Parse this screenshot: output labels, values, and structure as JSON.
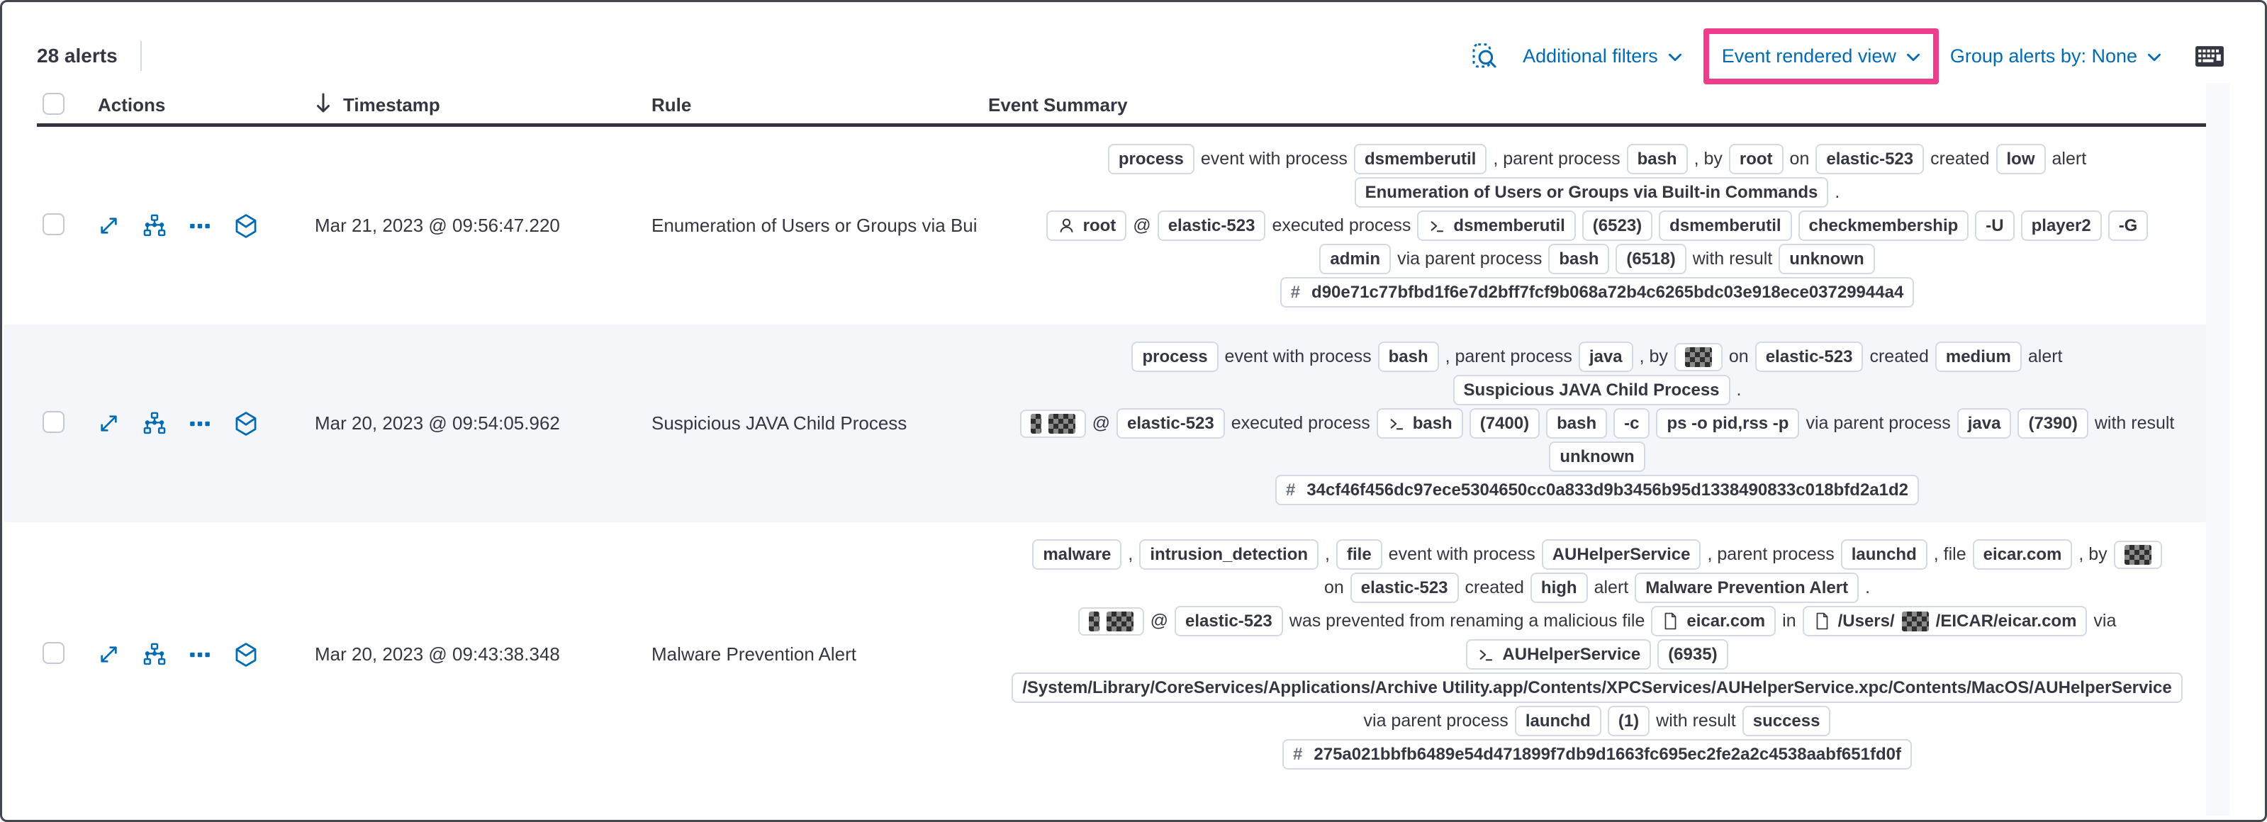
{
  "colors": {
    "accent_pink": "#EE3D8C",
    "link_blue": "#006BB4",
    "text": "#343741",
    "alt_row_bg": "#f4f6fa",
    "badge_border": "#d3dae6"
  },
  "toolbar": {
    "alert_count": "28 alerts",
    "additional_filters_label": "Additional filters",
    "view_selector_label": "Event rendered view",
    "group_by_label": "Group alerts by: None"
  },
  "table": {
    "hash_prefix": "#",
    "headers": {
      "actions": "Actions",
      "timestamp": "Timestamp",
      "rule": "Rule",
      "event_summary": "Event Summary"
    },
    "action_icons": [
      {
        "name": "expand-alert-details-icon"
      },
      {
        "name": "analyze-event-icon"
      },
      {
        "name": "more-actions-icon"
      },
      {
        "name": "open-session-view-icon"
      }
    ],
    "rows": [
      {
        "timestamp": "Mar 21, 2023 @ 09:56:47.220",
        "rule": "Enumeration of Users or Groups via Bui",
        "alt": false,
        "summary_lines": [
          [
            {
              "b": "process"
            },
            "event with process",
            {
              "b": "dsmemberutil"
            },
            ", parent process",
            {
              "b": "bash"
            },
            ", by",
            {
              "b": "root"
            },
            "on",
            {
              "b": "elastic-523"
            },
            "created",
            {
              "b": "low"
            },
            "alert"
          ],
          [
            {
              "b": "Enumeration of Users or Groups via Built-in Commands"
            },
            "."
          ],
          [
            {
              "b": "root",
              "i": "user"
            },
            "@",
            {
              "b": "elastic-523"
            },
            "executed process",
            {
              "b": "dsmemberutil",
              "i": "term"
            },
            {
              "b": "(6523)"
            },
            {
              "b": "dsmemberutil"
            },
            {
              "b": "checkmembership"
            },
            {
              "b": "-U"
            },
            {
              "b": "player2"
            },
            {
              "b": "-G"
            }
          ],
          [
            {
              "b": "admin"
            },
            "via parent process",
            {
              "b": "bash"
            },
            {
              "b": "(6518)"
            },
            "with result",
            {
              "b": "unknown"
            }
          ],
          [
            {
              "hash": "d90e71c77bfbd1f6e7d2bff7fcf9b068a72b4c6265bdc03e918ece03729944a4"
            }
          ]
        ]
      },
      {
        "timestamp": "Mar 20, 2023 @ 09:54:05.962",
        "rule": "Suspicious JAVA Child Process",
        "alt": true,
        "summary_lines": [
          [
            {
              "b": "process"
            },
            "event with process",
            {
              "b": "bash"
            },
            ", parent process",
            {
              "b": "java"
            },
            ", by",
            {
              "redact": 1
            },
            "on",
            {
              "b": "elastic-523"
            },
            "created",
            {
              "b": "medium"
            },
            "alert"
          ],
          [
            {
              "b": "Suspicious JAVA Child Process"
            },
            "."
          ],
          [
            {
              "redact": 2
            },
            "@",
            {
              "b": "elastic-523"
            },
            "executed process",
            {
              "b": "bash",
              "i": "term"
            },
            {
              "b": "(7400)"
            },
            {
              "b": "bash"
            },
            {
              "b": "-c"
            },
            {
              "b": "ps -o pid,rss -p"
            },
            "via parent process",
            {
              "b": "java"
            },
            {
              "b": "(7390)"
            },
            "with result"
          ],
          [
            {
              "b": "unknown"
            }
          ],
          [
            {
              "hash": "34cf46f456dc97ece5304650cc0a833d9b3456b95d1338490833c018bfd2a1d2"
            }
          ]
        ]
      },
      {
        "timestamp": "Mar 20, 2023 @ 09:43:38.348",
        "rule": "Malware Prevention Alert",
        "alt": false,
        "summary_lines": [
          [
            {
              "b": "malware"
            },
            ",",
            {
              "b": "intrusion_detection"
            },
            ",",
            {
              "b": "file"
            },
            "event with process",
            {
              "b": "AUHelperService"
            },
            ", parent process",
            {
              "b": "launchd"
            },
            ", file",
            {
              "b": "eicar.com"
            },
            ", by",
            {
              "redact": 1
            }
          ],
          [
            "on",
            {
              "b": "elastic-523"
            },
            "created",
            {
              "b": "high"
            },
            "alert",
            {
              "b": "Malware Prevention Alert"
            },
            "."
          ],
          [
            {
              "redact": 2
            },
            "@",
            {
              "b": "elastic-523"
            },
            "was prevented from renaming a malicious file",
            {
              "b": "eicar.com",
              "i": "doc"
            },
            "in",
            {
              "i": "doc",
              "parts": [
                {
                  "t": "/Users/"
                },
                {
                  "r": 1
                },
                {
                  "t": "/EICAR/eicar.com"
                }
              ]
            },
            "via"
          ],
          [
            {
              "b": "AUHelperService",
              "i": "term"
            },
            {
              "b": "(6935)"
            }
          ],
          [
            {
              "b": "/System/Library/CoreServices/Applications/Archive Utility.app/Contents/XPCServices/AUHelperService.xpc/Contents/MacOS/AUHelperService"
            }
          ],
          [
            "via parent process",
            {
              "b": "launchd"
            },
            {
              "b": "(1)"
            },
            "with result",
            {
              "b": "success"
            }
          ],
          [
            {
              "hash": "275a021bbfb6489e54d471899f7db9d1663fc695ec2fe2a2c4538aabf651fd0f"
            }
          ]
        ]
      }
    ]
  }
}
